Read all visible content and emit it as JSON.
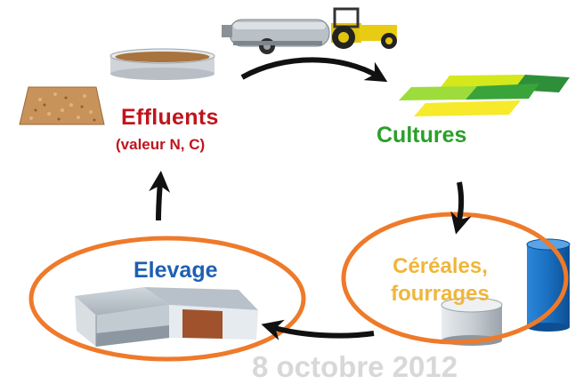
{
  "nodes": {
    "effluents": {
      "label": "Effluents",
      "sublabel": "(valeur N, C)"
    },
    "cultures": {
      "label": "Cultures"
    },
    "cereales": {
      "label": "Céréales, fourrages"
    },
    "elevage": {
      "label": "Elevage"
    }
  },
  "footer": {
    "date": "8 octobre 2012"
  },
  "colors": {
    "effluents": "#c0141c",
    "cultures": "#2aa02a",
    "elevage": "#1e5fb3",
    "cereales": "#f0b63a",
    "highlight_ellipse": "#ee7a2a",
    "arrows": "#111111",
    "silo_blue": "#1a6fc0"
  },
  "icons": [
    "manure-heap-icon",
    "slurry-pit-icon",
    "tractor-tanker-icon",
    "field-plots-icon",
    "barn-icon",
    "silo-tank-icon",
    "silo-tower-icon"
  ]
}
